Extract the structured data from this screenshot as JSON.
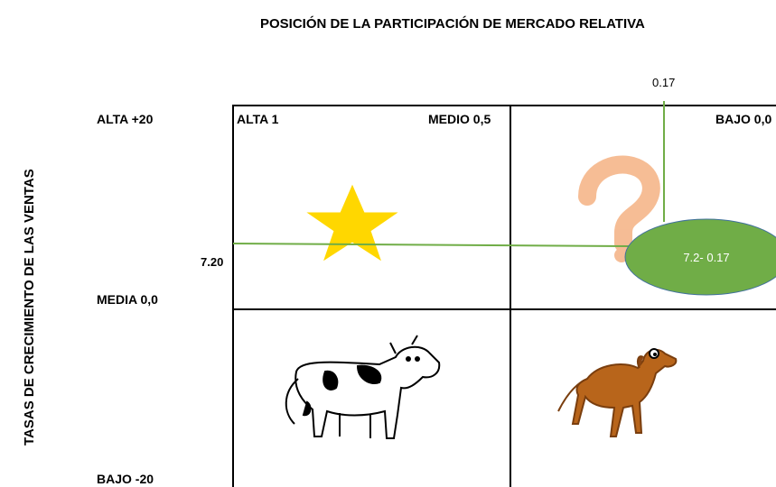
{
  "title": "POSICIÓN DE LA PARTICIPACIÓN DE MERCADO RELATIVA",
  "y_axis_title": "TASAS DE CRECIMIENTO DE LAS VENTAS",
  "x_labels": {
    "high": "ALTA 1",
    "medium": "MEDIO 0,5",
    "low": "BAJO 0,0"
  },
  "y_labels": {
    "high": "ALTA +20",
    "medium": "MEDIA 0,0",
    "low": "BAJO -20"
  },
  "marker": {
    "x_value": "0.17",
    "y_value": "7.20",
    "bubble_label": "7.2- 0.17"
  },
  "quadrants": {
    "top_left": "star-icon",
    "top_right": "question-mark-icon",
    "bottom_left": "cow-icon",
    "bottom_right": "dog-icon"
  },
  "colors": {
    "star": "#FFD700",
    "question": "#F4B183",
    "bubble_fill": "#70AD47",
    "marker_line": "#70AD47",
    "grid": "#000000"
  }
}
